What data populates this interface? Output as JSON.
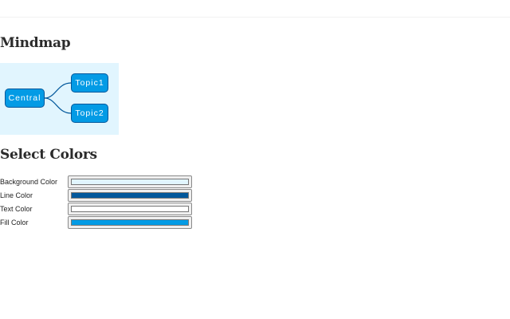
{
  "headings": {
    "mindmap": "Mindmap",
    "colors": "Select Colors"
  },
  "mindmap": {
    "central": "Central",
    "topics": [
      "Topic1",
      "Topic2"
    ]
  },
  "colors": [
    {
      "label": "Background Color",
      "value": "#e1f5fe"
    },
    {
      "label": "Line Color",
      "value": "#01579b"
    },
    {
      "label": "Text Color",
      "value": "#ffffff"
    },
    {
      "label": "Fill Color",
      "value": "#039be5"
    }
  ]
}
